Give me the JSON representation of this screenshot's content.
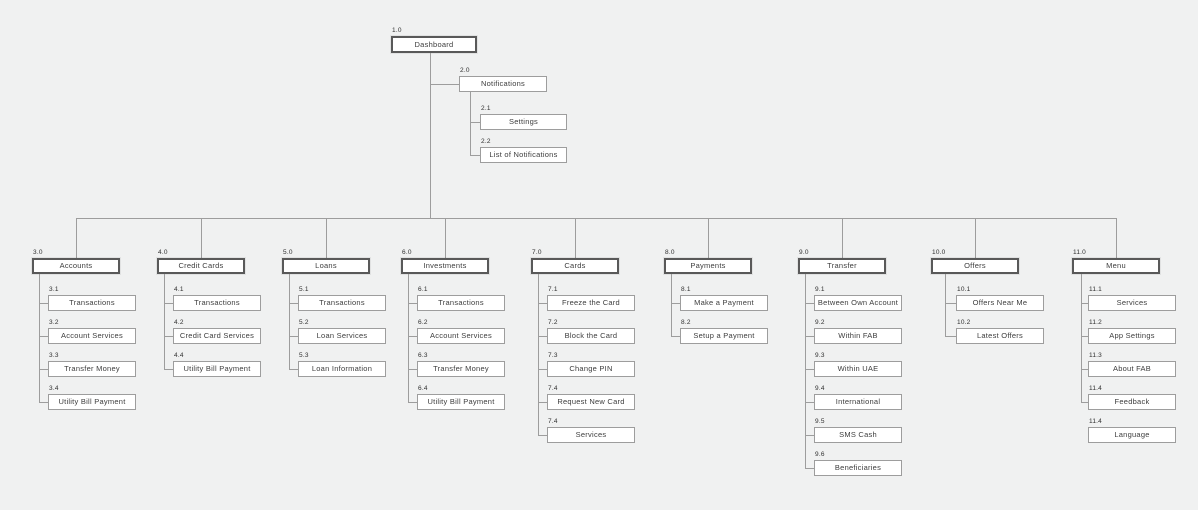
{
  "diagram": {
    "root": {
      "id": "1.0",
      "label": "Dashboard"
    },
    "notifications": {
      "id": "2.0",
      "label": "Notifications",
      "children": [
        {
          "id": "2.1",
          "label": "Settings"
        },
        {
          "id": "2.2",
          "label": "List of Notifications"
        }
      ]
    },
    "branches": [
      {
        "id": "3.0",
        "label": "Accounts",
        "children": [
          {
            "id": "3.1",
            "label": "Transactions"
          },
          {
            "id": "3.2",
            "label": "Account Services"
          },
          {
            "id": "3.3",
            "label": "Transfer Money"
          },
          {
            "id": "3.4",
            "label": "Utility Bill Payment"
          }
        ]
      },
      {
        "id": "4.0",
        "label": "Credit Cards",
        "children": [
          {
            "id": "4.1",
            "label": "Transactions"
          },
          {
            "id": "4.2",
            "label": "Credit Card Services"
          },
          {
            "id": "4.4",
            "label": "Utility Bill Payment"
          }
        ]
      },
      {
        "id": "5.0",
        "label": "Loans",
        "children": [
          {
            "id": "5.1",
            "label": "Transactions"
          },
          {
            "id": "5.2",
            "label": "Loan Services"
          },
          {
            "id": "5.3",
            "label": "Loan Information"
          }
        ]
      },
      {
        "id": "6.0",
        "label": "Investments",
        "children": [
          {
            "id": "6.1",
            "label": "Transactions"
          },
          {
            "id": "6.2",
            "label": "Account Services"
          },
          {
            "id": "6.3",
            "label": "Transfer Money"
          },
          {
            "id": "6.4",
            "label": "Utility Bill Payment"
          }
        ]
      },
      {
        "id": "7.0",
        "label": "Cards",
        "children": [
          {
            "id": "7.1",
            "label": "Freeze the Card"
          },
          {
            "id": "7.2",
            "label": "Block the Card"
          },
          {
            "id": "7.3",
            "label": "Change PIN"
          },
          {
            "id": "7.4",
            "label": "Request New Card"
          },
          {
            "id": "7.4",
            "label": "Services"
          }
        ]
      },
      {
        "id": "8.0",
        "label": "Payments",
        "children": [
          {
            "id": "8.1",
            "label": "Make a Payment"
          },
          {
            "id": "8.2",
            "label": "Setup a Payment"
          }
        ]
      },
      {
        "id": "9.0",
        "label": "Transfer",
        "children": [
          {
            "id": "9.1",
            "label": "Between Own Account"
          },
          {
            "id": "9.2",
            "label": "Within FAB"
          },
          {
            "id": "9.3",
            "label": "Within UAE"
          },
          {
            "id": "9.4",
            "label": "International"
          },
          {
            "id": "9.5",
            "label": "SMS Cash"
          },
          {
            "id": "9.6",
            "label": "Beneficiaries"
          }
        ]
      },
      {
        "id": "10.0",
        "label": "Offers",
        "children": [
          {
            "id": "10.1",
            "label": "Offers Near Me"
          },
          {
            "id": "10.2",
            "label": "Latest Offers"
          }
        ]
      },
      {
        "id": "11.0",
        "label": "Menu",
        "children": [
          {
            "id": "11.1",
            "label": "Services"
          },
          {
            "id": "11.2",
            "label": "App Settings"
          },
          {
            "id": "11.3",
            "label": "About FAB"
          },
          {
            "id": "11.4",
            "label": "Feedback"
          },
          {
            "id": "11.4",
            "label": "Language",
            "connected": false
          }
        ]
      }
    ]
  },
  "colors": {
    "background": "#f0f1f1",
    "line": "#9d9d9d",
    "main_box_border": "#595959",
    "child_box_border": "#9d9d9d",
    "box_fill": "#ffffff",
    "text": "#3d3d3d"
  }
}
